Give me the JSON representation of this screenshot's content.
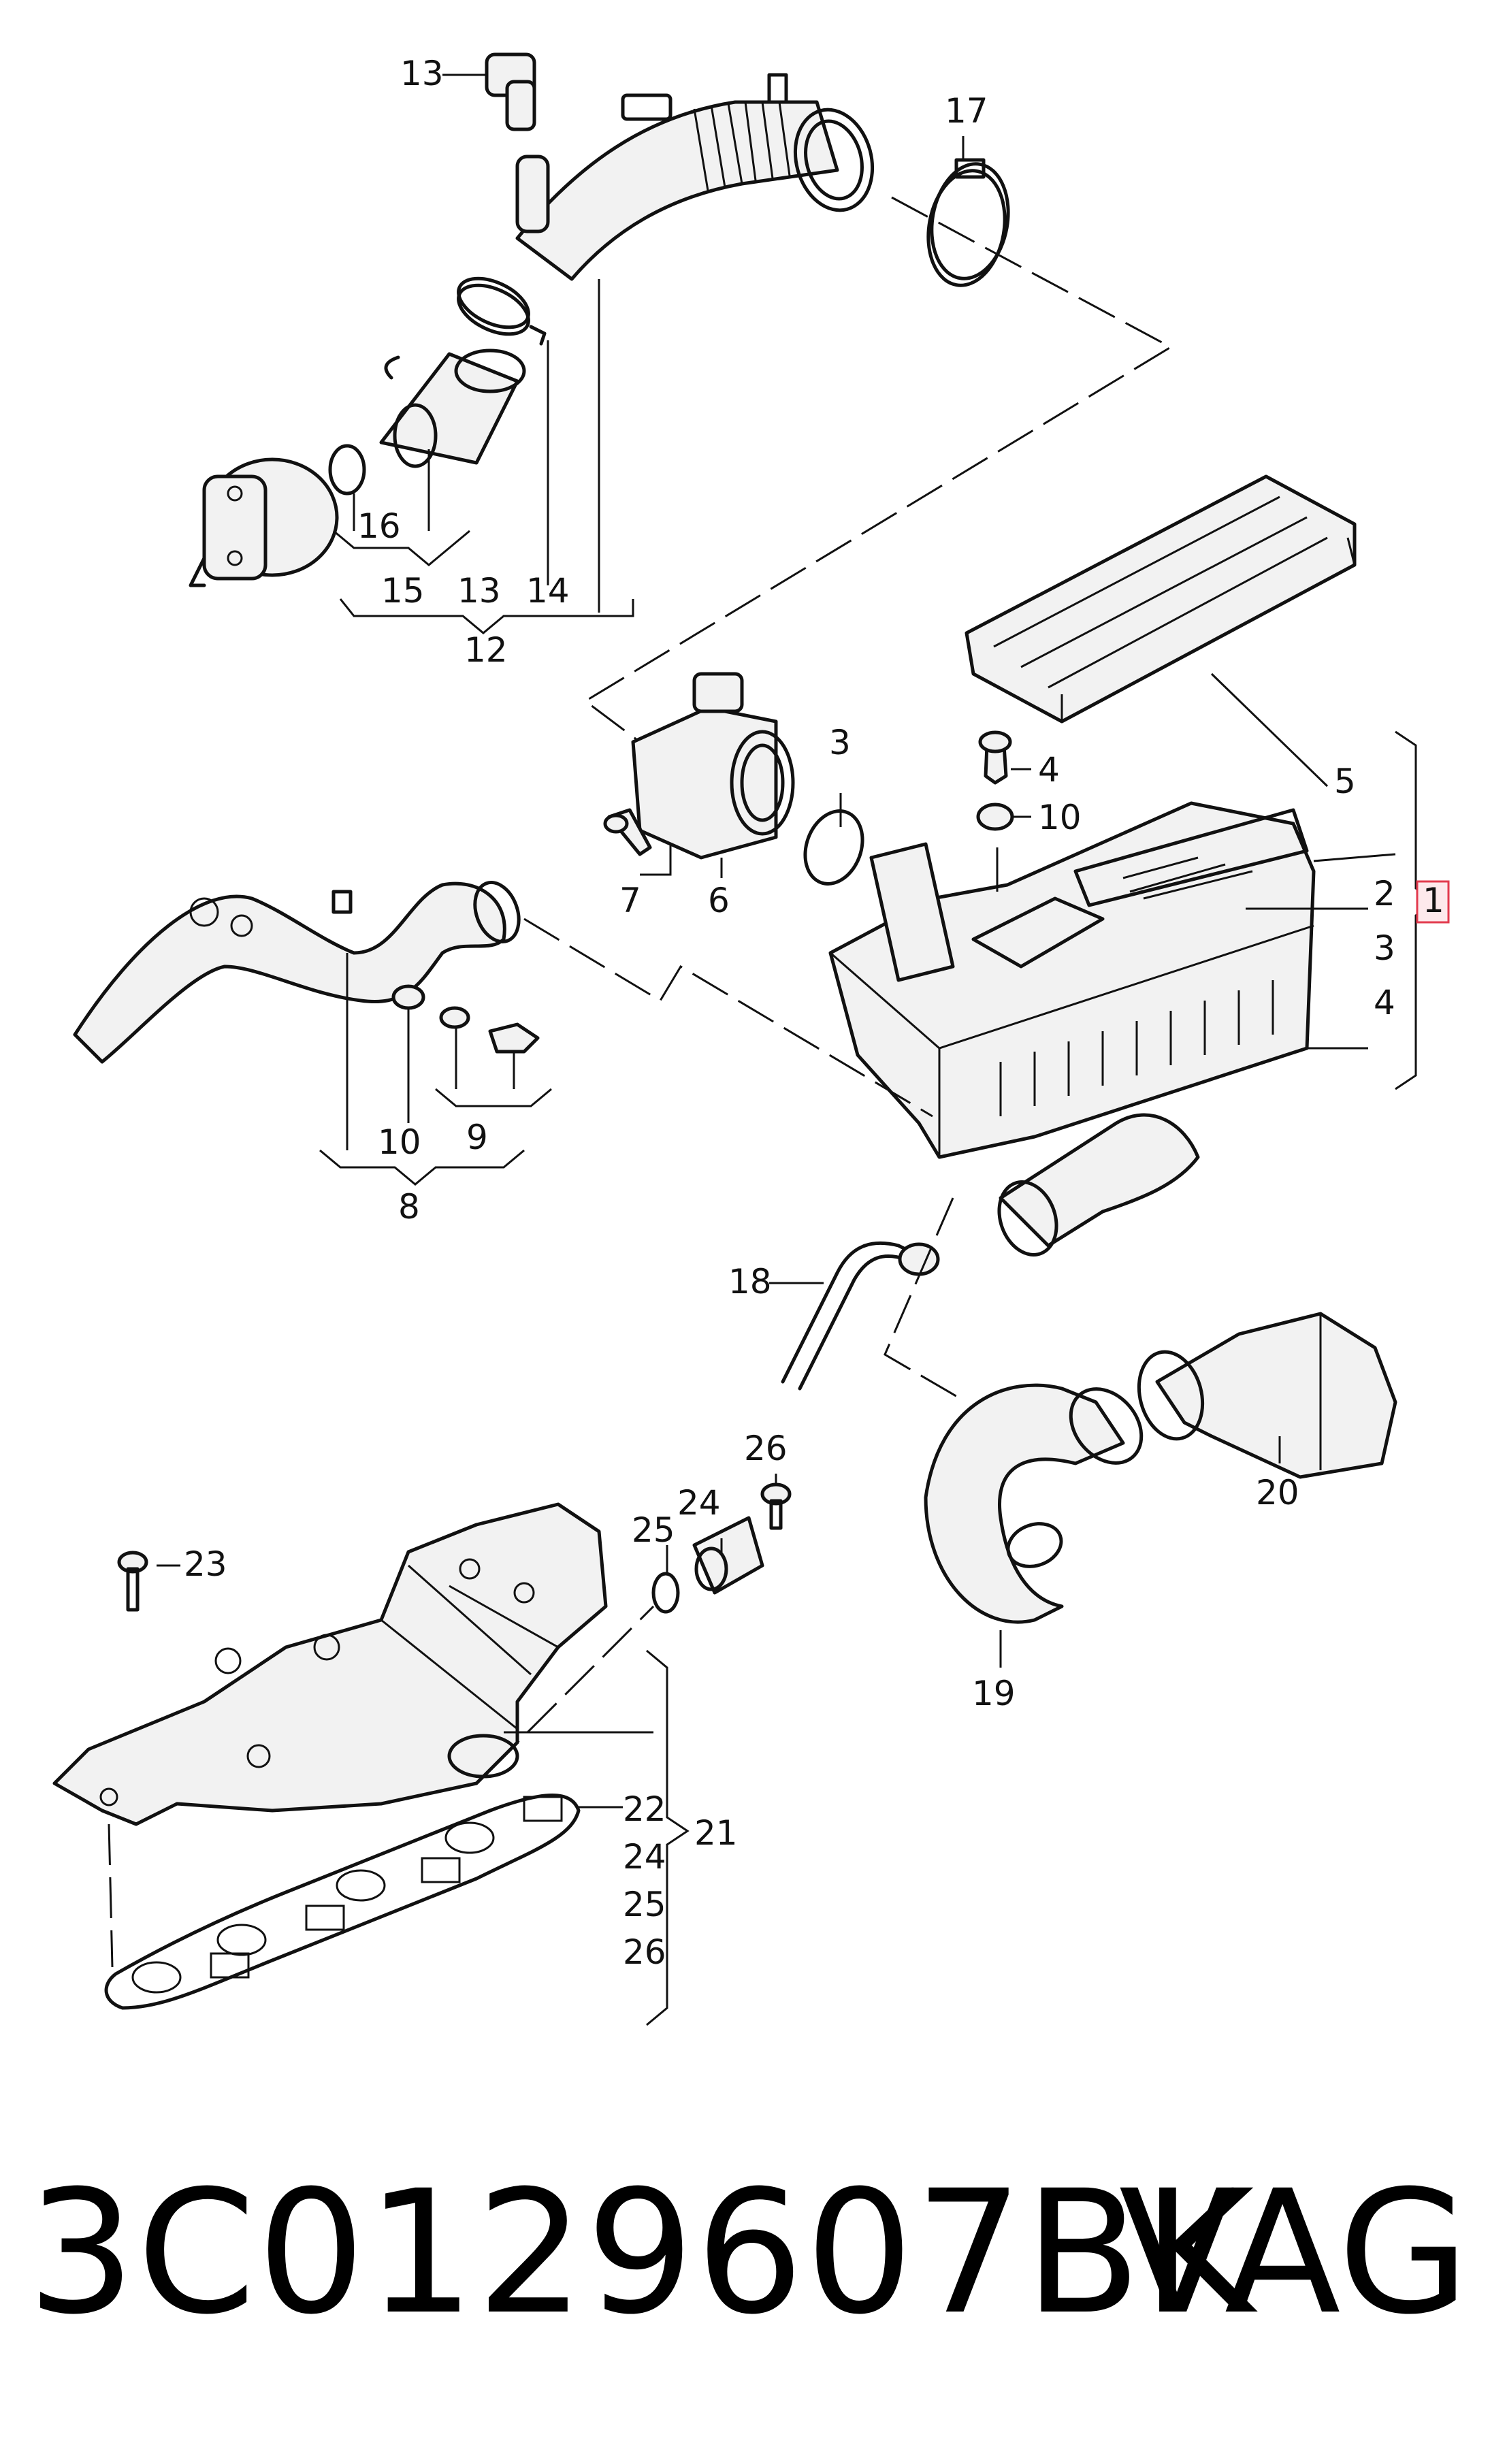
{
  "part_number": "3C0129607BK",
  "brand": "VAG",
  "callouts": {
    "c1": "1",
    "c2": "2",
    "c3": "3",
    "c4": "4",
    "c5": "5",
    "c3b": "3",
    "c4b": "4",
    "c6": "6",
    "c7": "7",
    "c8": "8",
    "c9": "9",
    "c10a": "10",
    "c10b": "10",
    "c12": "12",
    "c13a": "13",
    "c13b": "13",
    "c14": "14",
    "c15": "15",
    "c16": "16",
    "c17": "17",
    "c18": "18",
    "c19": "19",
    "c20": "20",
    "c21": "21",
    "c22": "22",
    "c23": "23",
    "c24a": "24",
    "c24b": "24",
    "c25a": "25",
    "c25b": "25",
    "c26a": "26",
    "c26b": "26"
  },
  "colors": {
    "highlight": "#e23b4e",
    "highlight_fill": "#fde9ec",
    "ink": "#111111"
  }
}
